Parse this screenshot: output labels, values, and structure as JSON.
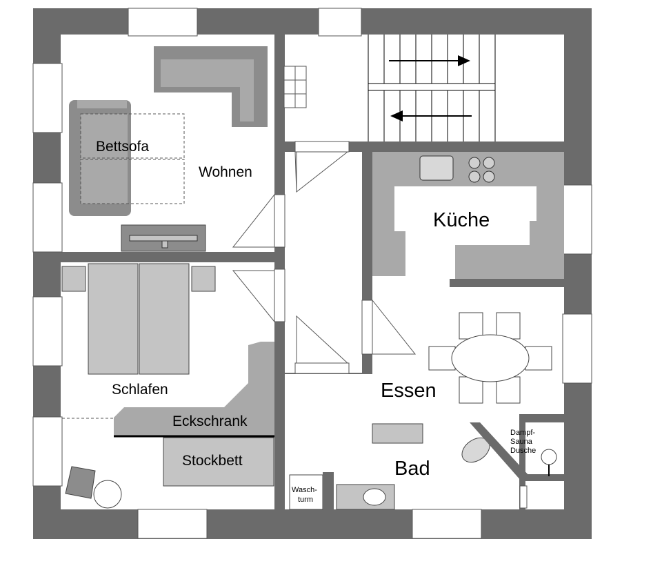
{
  "rooms": {
    "wohnen": "Wohnen",
    "bettsofa": "Bettsofa",
    "kueche": "Küche",
    "schlafen": "Schlafen",
    "eckschrank": "Eckschrank",
    "stockbett": "Stockbett",
    "essen": "Essen",
    "bad": "Bad",
    "waschturm_line1": "Wasch-",
    "waschturm_line2": "turm",
    "dampf_line1": "Dampf-",
    "dampf_line2": "Sauna",
    "dampf_line3": "Dusche"
  },
  "colors": {
    "wall": "#6b6b6b",
    "furniture_dark": "#8c8c8c",
    "furniture_mid": "#a9a9a9",
    "furniture_light": "#c4c4c4",
    "background": "#ffffff"
  }
}
